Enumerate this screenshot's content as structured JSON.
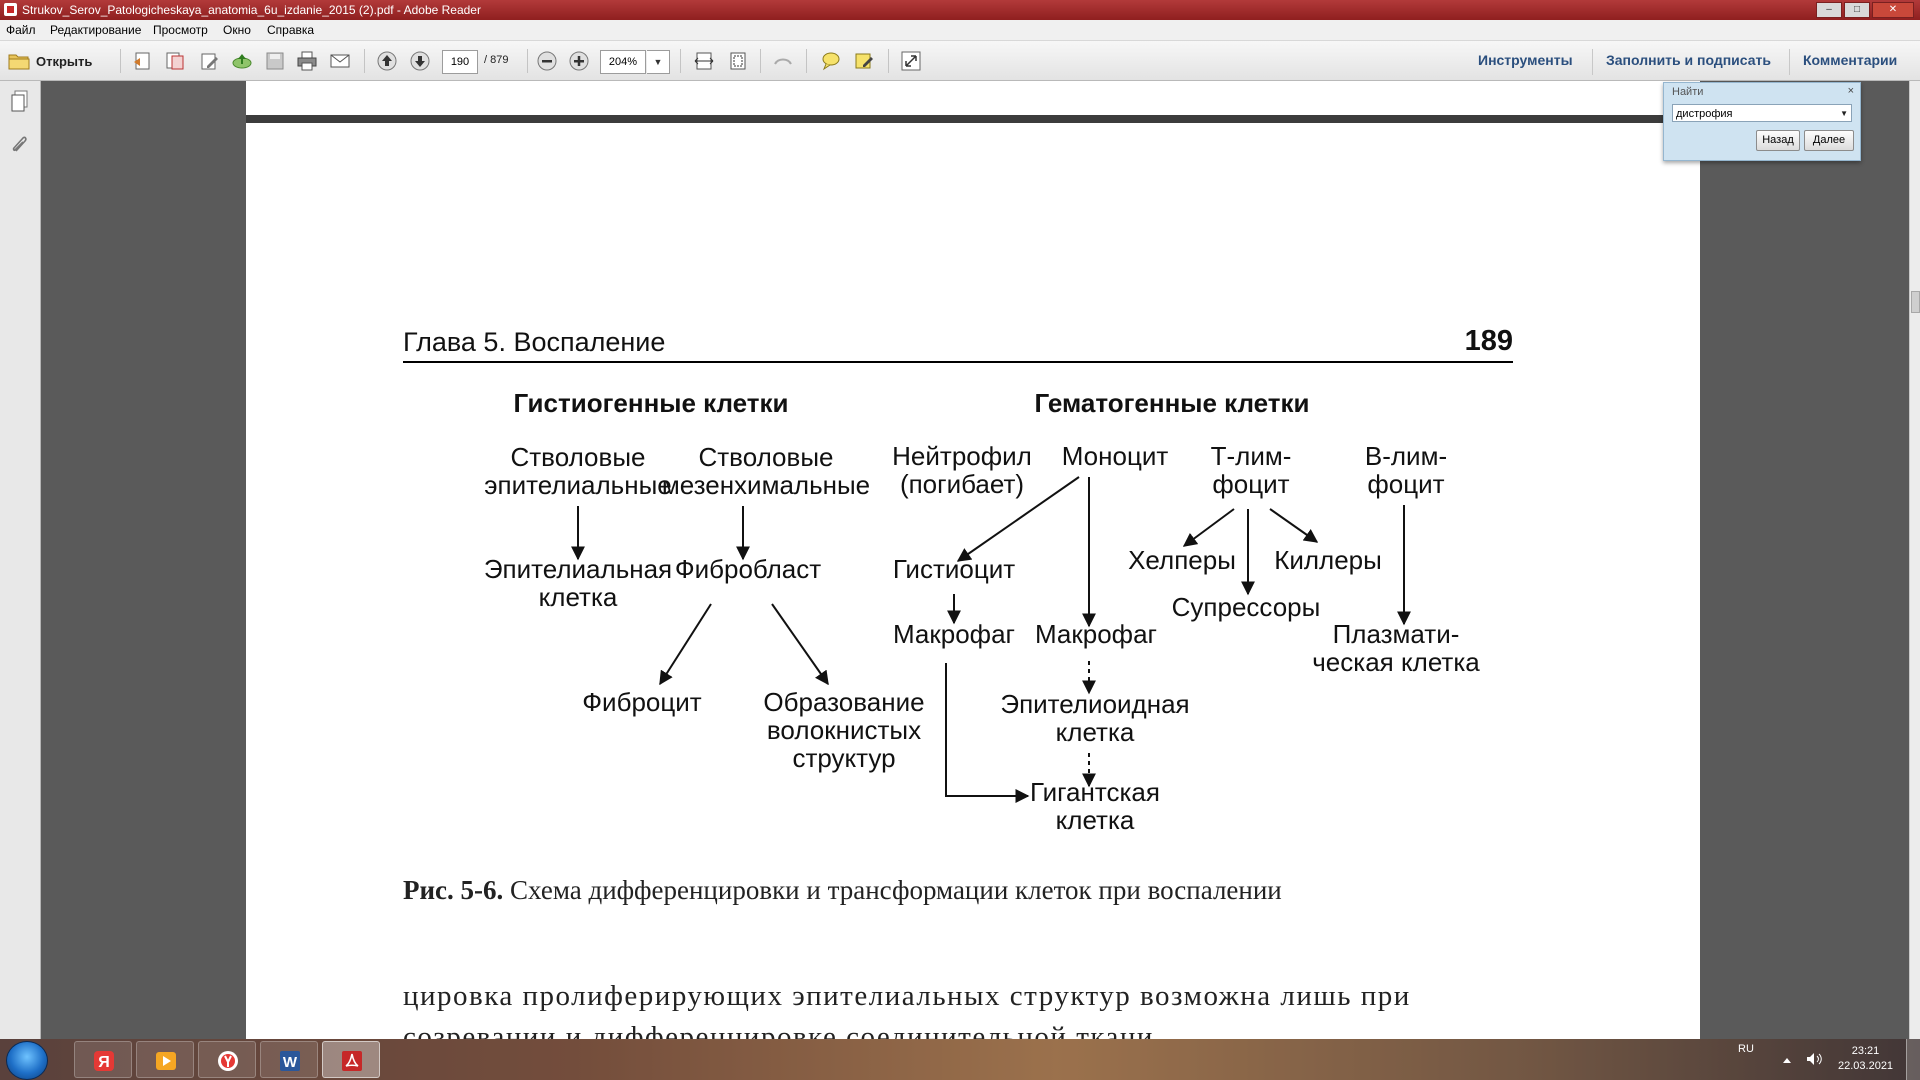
{
  "window": {
    "title": "Strukov_Serov_Patologicheskaya_anatomia_6u_izdanie_2015 (2).pdf - Adobe Reader",
    "controls": [
      "–",
      "□",
      "✕"
    ]
  },
  "menu": [
    "Файл",
    "Редактирование",
    "Просмотр",
    "Окно",
    "Справка"
  ],
  "toolbar": {
    "open_label": "Открыть",
    "current_page": "190",
    "total_pages": "/ 879",
    "zoom": "204%",
    "tools_label": "Инструменты",
    "fill_sign_label": "Заполнить и подписать",
    "comments_label": "Комментарии"
  },
  "find": {
    "title": "Найти",
    "close": "×",
    "query": "дистрофия",
    "back": "Назад",
    "next": "Далее"
  },
  "document": {
    "chapter": "Глава 5. Воспаление",
    "page_number": "189",
    "diagram": {
      "heading_left": "Гистиогенные клетки",
      "heading_right": "Гематогенные клетки",
      "stem_epi_1": "Стволовые",
      "stem_epi_2": "эпителиальные",
      "stem_mes_1": "Стволовые",
      "stem_mes_2": "мезенхимальные",
      "neutro_1": "Нейтрофил",
      "neutro_2": "(погибает)",
      "monocyte": "Моноцит",
      "t_1": "Т-лим-",
      "t_2": "фоцит",
      "b_1": "В-лим-",
      "b_2": "фоцит",
      "epi_cell_1": "Эпителиальная",
      "epi_cell_2": "клетка",
      "fibroblast": "Фибробласт",
      "histiocyte": "Гистиоцит",
      "helpers": "Хелперы",
      "killers": "Киллеры",
      "suppressors": "Супрессоры",
      "macrophage_left": "Макрофаг",
      "macrophage_right": "Макрофаг",
      "plasma_1": "Плазмати-",
      "plasma_2": "ческая клетка",
      "fibrocyte": "Фиброцит",
      "fiber_1": "Образование",
      "fiber_2": "волокнистых",
      "fiber_3": "структур",
      "epithelioid_1": "Эпителиоидная",
      "epithelioid_2": "клетка",
      "giant_1": "Гигантская",
      "giant_2": "клетка"
    },
    "caption_label": "Рис. 5-6.",
    "caption_text": " Схема дифференцировки и трансформации клеток при воспалении",
    "body_line_1": "цировка пролиферирующих эпителиальных структур возможна лишь при",
    "body_line_2": "созревании и дифференцировке соединительной ткани."
  },
  "taskbar": {
    "items": [
      "windows-start",
      "yandex-launcher",
      "media-player",
      "yandex-browser",
      "word",
      "adobe-reader"
    ],
    "language": "RU",
    "time": "23:21",
    "date": "22.03.2021"
  }
}
